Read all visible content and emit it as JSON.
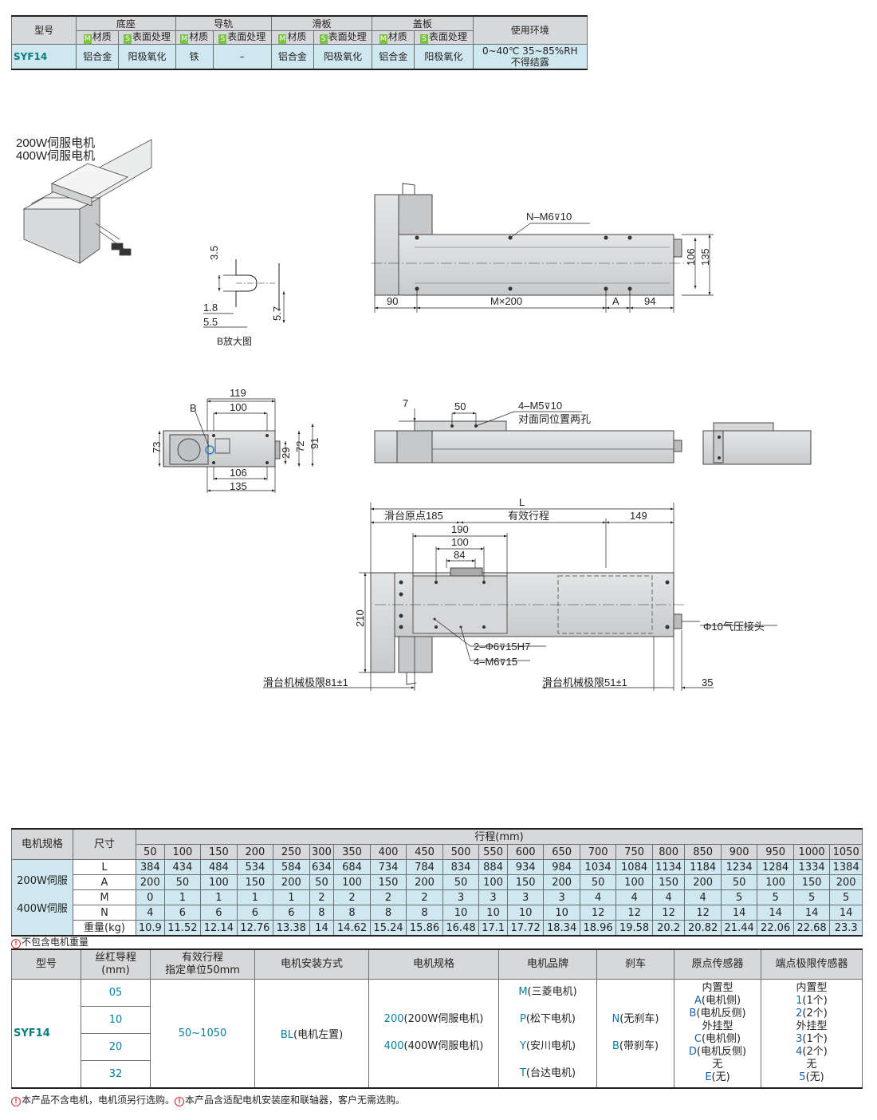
{
  "material_table": {
    "model_header": "型号",
    "groups": [
      "底座",
      "导轨",
      "滑板",
      "盖板"
    ],
    "env_header": "使用环境",
    "sub_m": "材质",
    "sub_s": "表面处理",
    "badge_m": "M",
    "badge_s": "S",
    "model": "SYF14",
    "values": [
      "铝合金",
      "阳极氧化",
      "铁",
      "–",
      "铝合金",
      "阳极氧化",
      "铝合金",
      "阳极氧化"
    ],
    "env_line1": "0~40℃  35~85%RH",
    "env_line2": "不得结露"
  },
  "iso_view": {
    "label1": "200W伺服电机",
    "label2": "400W伺服电机"
  },
  "detail_b": {
    "d1": "3.5",
    "d2": "1.8",
    "d3": "5.5",
    "d4": "5.7",
    "caption": "B放大图"
  },
  "top_view": {
    "hole_note": "N–M6",
    "hole_depth": "10",
    "d_left": "90",
    "d_mid": "M×200",
    "d_a": "A",
    "d_right": "94",
    "d_106": "106",
    "d_135": "135"
  },
  "end_view": {
    "b": "B",
    "d119": "119",
    "d100": "100",
    "d73": "73",
    "d29": "29",
    "d72": "72",
    "d91": "91",
    "d106": "106",
    "d135": "135"
  },
  "side_view": {
    "d7": "7",
    "d50": "50",
    "note1": "4–M5",
    "note1_depth": "10",
    "note2": "对面同位置两孔"
  },
  "bottom_view": {
    "L": "L",
    "origin": "滑台原点185",
    "stroke": "有效行程",
    "d149": "149",
    "d190": "190",
    "d100": "100",
    "d84": "84",
    "d210": "210",
    "pin_note": "2–Φ6",
    "pin_depth": "15H7",
    "screw_note": "4–M6",
    "screw_depth": "15",
    "air": "Φ10气压接头",
    "limit_left": "滑台机械极限81±1",
    "limit_right": "滑台机械极限51±1",
    "d35": "35"
  },
  "stroke_table": {
    "motor_header": "电机规格",
    "size_header": "尺寸",
    "stroke_header": "行程(mm)",
    "strokes": [
      "50",
      "100",
      "150",
      "200",
      "250",
      "300",
      "350",
      "400",
      "450",
      "500",
      "550",
      "600",
      "650",
      "700",
      "750",
      "800",
      "850",
      "900",
      "950",
      "1000",
      "1050"
    ],
    "motor1": "200W伺服",
    "motor2": "400W伺服",
    "rows": [
      {
        "label": "L",
        "values": [
          "384",
          "434",
          "484",
          "534",
          "584",
          "634",
          "684",
          "734",
          "784",
          "834",
          "884",
          "934",
          "984",
          "1034",
          "1084",
          "1134",
          "1184",
          "1234",
          "1284",
          "1334",
          "1384"
        ]
      },
      {
        "label": "A",
        "values": [
          "200",
          "50",
          "100",
          "150",
          "200",
          "50",
          "100",
          "150",
          "200",
          "50",
          "100",
          "150",
          "200",
          "50",
          "100",
          "150",
          "200",
          "50",
          "100",
          "150",
          "200"
        ]
      },
      {
        "label": "M",
        "values": [
          "0",
          "1",
          "1",
          "1",
          "1",
          "2",
          "2",
          "2",
          "2",
          "3",
          "3",
          "3",
          "3",
          "4",
          "4",
          "4",
          "4",
          "5",
          "5",
          "5",
          "5"
        ]
      },
      {
        "label": "N",
        "values": [
          "4",
          "6",
          "6",
          "6",
          "6",
          "8",
          "8",
          "8",
          "8",
          "10",
          "10",
          "10",
          "10",
          "12",
          "12",
          "12",
          "12",
          "14",
          "14",
          "14",
          "14"
        ]
      },
      {
        "label": "重量(kg)",
        "values": [
          "10.9",
          "11.52",
          "12.14",
          "12.76",
          "13.38",
          "14",
          "14.62",
          "15.24",
          "15.86",
          "16.48",
          "17.1",
          "17.72",
          "18.34",
          "18.96",
          "19.58",
          "20.2",
          "20.82",
          "21.44",
          "22.06",
          "22.68",
          "23.3"
        ]
      }
    ],
    "note": "不包含电机重量"
  },
  "order_table": {
    "headers": [
      "型号",
      "丝杠导程",
      "(mm)",
      "有效行程",
      "指定单位50mm",
      "电机安装方式",
      "电机规格",
      "电机品牌",
      "刹车",
      "原点传感器",
      "端点极限传感器"
    ],
    "model": "SYF14",
    "leads": [
      "05",
      "10",
      "20",
      "32"
    ],
    "stroke_range": "50~1050",
    "mount_code": "BL",
    "mount_desc": "(电机左置)",
    "motor_specs": [
      {
        "code": "200",
        "desc": "(200W伺服电机)"
      },
      {
        "code": "400",
        "desc": "(400W伺服电机)"
      }
    ],
    "brands": [
      {
        "code": "M",
        "desc": "(三菱电机)"
      },
      {
        "code": "P",
        "desc": "(松下电机)"
      },
      {
        "code": "Y",
        "desc": "(安川电机)"
      },
      {
        "code": "T",
        "desc": "(台达电机)"
      }
    ],
    "brakes": [
      {
        "code": "N",
        "desc": "(无刹车)"
      },
      {
        "code": "B",
        "desc": "(带刹车)"
      }
    ],
    "origin_sensor": {
      "internal": "内置型",
      "a_code": "A",
      "a_desc": "(电机侧)",
      "b_code": "B",
      "b_desc": "(电机反侧)",
      "external": "外挂型",
      "c_code": "C",
      "c_desc": "(电机侧)",
      "d_code": "D",
      "d_desc": "(电机反侧)",
      "none": "无",
      "e_code": "E",
      "e_desc": "(无)"
    },
    "limit_sensor": {
      "internal": "内置型",
      "c1": "1",
      "c1_desc": "(1个)",
      "c2": "2",
      "c2_desc": "(2个)",
      "external": "外挂型",
      "c3": "3",
      "c3_desc": "(1个)",
      "c4": "4",
      "c4_desc": "(2个)",
      "none": "无",
      "c5": "5",
      "c5_desc": "(无)"
    },
    "footnote1": "本产品不含电机，电机须另行选购。",
    "footnote2": "本产品含适配电机安装座和联轴器，客户无需选购。"
  },
  "colors": {
    "header_gray": "#d7d8da",
    "cell_cyan": "#cfe8f0",
    "badge_green": "#7cc242",
    "code_blue": "#1a5fa8",
    "model_teal": "#0a7e7f",
    "warn_red": "#d7262d"
  }
}
